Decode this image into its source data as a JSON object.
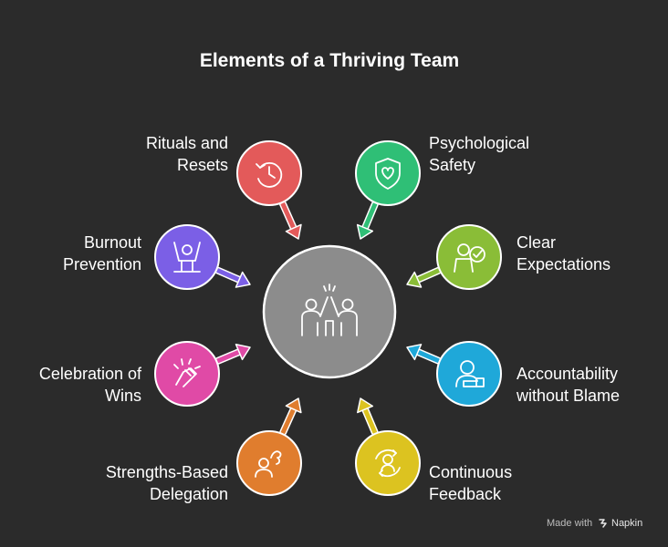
{
  "title": "Elements of a Thriving Team",
  "center": {
    "icon": "high-five-icon",
    "color": "#8c8c8c"
  },
  "elements": [
    {
      "id": "rituals-and-resets",
      "lines": [
        "Rituals and",
        "Resets"
      ],
      "color": "#e35a5a",
      "icon": "history-clock-icon"
    },
    {
      "id": "psychological-safety",
      "lines": [
        "Psychological",
        "Safety"
      ],
      "color": "#2fbf76",
      "icon": "shield-heart-icon"
    },
    {
      "id": "clear-expectations",
      "lines": [
        "Clear",
        "Expectations"
      ],
      "color": "#8abd37",
      "icon": "person-check-icon"
    },
    {
      "id": "accountability-without-blame",
      "lines": [
        "Accountability",
        "without Blame"
      ],
      "color": "#1fa8d9",
      "icon": "person-podium-icon"
    },
    {
      "id": "continuous-feedback",
      "lines": [
        "Continuous",
        "Feedback"
      ],
      "color": "#dcc320",
      "icon": "person-cycle-icon"
    },
    {
      "id": "strengths-based-delegation",
      "lines": [
        "Strengths-Based",
        "Delegation"
      ],
      "color": "#e07d2e",
      "icon": "person-strength-icon"
    },
    {
      "id": "celebration-of-wins",
      "lines": [
        "Celebration of",
        "Wins"
      ],
      "color": "#e04aa6",
      "icon": "handshake-cheer-icon"
    },
    {
      "id": "burnout-prevention",
      "lines": [
        "Burnout",
        "Prevention"
      ],
      "color": "#7b5fe6",
      "icon": "person-support-icon"
    }
  ],
  "footer": {
    "made_with": "Made with",
    "brand": "Napkin",
    "icon": "napkin-logo-icon"
  }
}
